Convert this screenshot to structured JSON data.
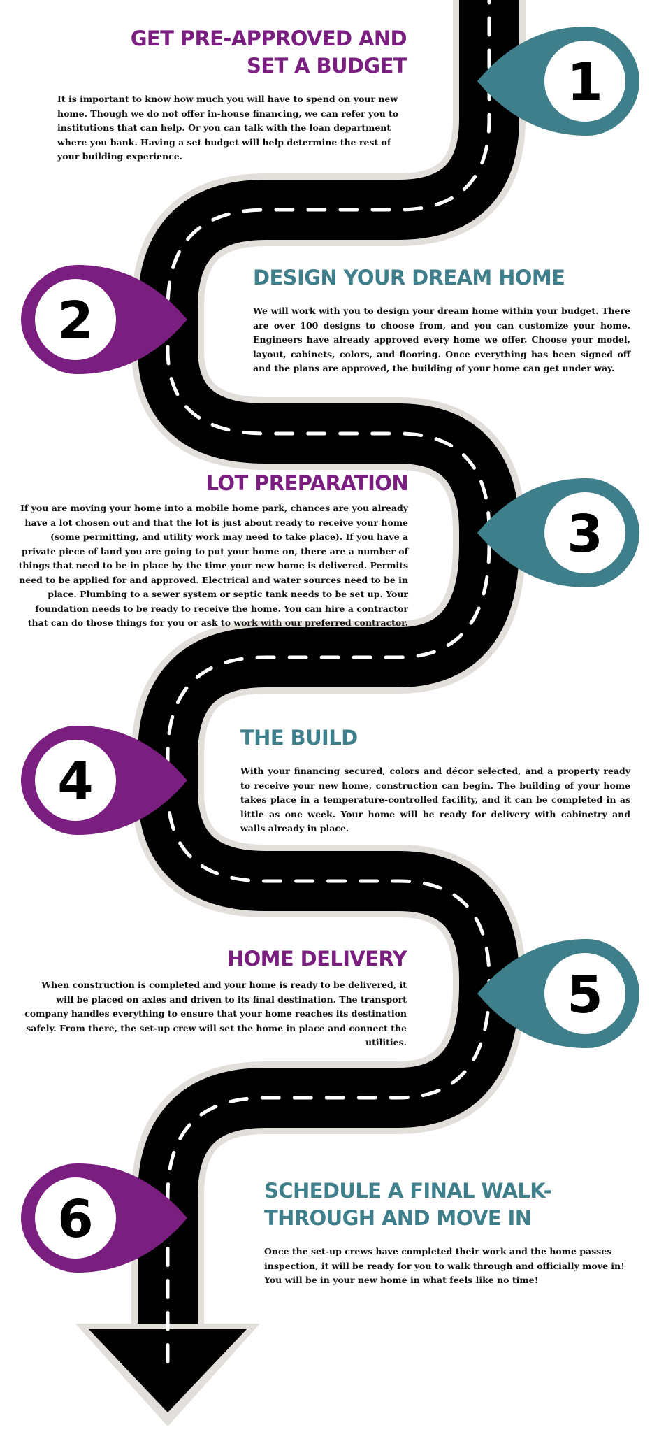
{
  "colors": {
    "purple": "#7a1f80",
    "teal": "#3f7f8c",
    "road": "#000000",
    "road_edge": "#e2dfda",
    "lane_marking": "#ffffff"
  },
  "steps": [
    {
      "number": "1",
      "title": "GET PRE-APPROVED AND SET A BUDGET",
      "body": "It is important to know how much you will have to spend on your new home. Though we do not offer in-house financing, we can refer you to institutions that can help. Or you can talk with the loan department where you bank. Having a set budget will help determine the rest of your building experience."
    },
    {
      "number": "2",
      "title": "DESIGN YOUR DREAM HOME",
      "body": "We will work with you to design your dream home within your budget. There are over 100 designs to choose from, and you can customize your home. Engineers have already approved every home we offer. Choose your model, layout, cabinets, colors, and flooring. Once everything has been signed off and the plans are approved, the building of your home can get under way."
    },
    {
      "number": "3",
      "title": "LOT PREPARATION",
      "body": "If you are moving your home into a mobile home park, chances are you already have a lot chosen out and that the lot is just about ready to receive your home (some permitting, and utility work may need to take place). If you have a private piece of land you are going to put your home on, there are a number of things that need to be in place by the time your new home is delivered. Permits need to be applied for and approved. Electrical and water sources need to be in place. Plumbing to a sewer system or septic tank needs to be set up. Your foundation needs to be ready to receive the home. You can hire a contractor that can do those things for you or ask to work with our preferred contractor."
    },
    {
      "number": "4",
      "title": "THE BUILD",
      "body": "With your financing secured, colors and décor selected, and a property ready to receive your new home, construction can begin. The building of your home takes place in a temperature-controlled facility, and it can be completed in as little as one week. Your home will be ready for delivery with cabinetry and walls already in place."
    },
    {
      "number": "5",
      "title": "HOME DELIVERY",
      "body": "When construction is completed and your home is ready to be delivered, it will be placed on axles and driven to its final destination. The transport company handles everything to ensure that your home reaches its destination safely. From there, the set-up crew will set the home in place and connect the utilities."
    },
    {
      "number": "6",
      "title": "SCHEDULE A FINAL WALK-THROUGH AND MOVE IN",
      "body": "Once the set-up crews have completed their work and the home passes inspection, it will be ready for you to walk through and officially move in! You will be in your new home in what feels like no time!"
    }
  ]
}
